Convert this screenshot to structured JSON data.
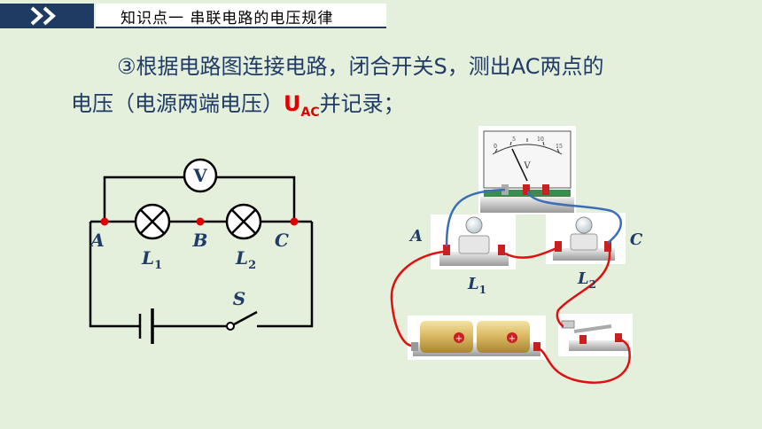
{
  "header": {
    "title": "知识点一  串联电路的电压规律"
  },
  "instruction": {
    "line1": "③根据电路图连接电路，闭合开关S，测出AC两点的",
    "line2_pre": "电压（电源两端电压）",
    "voltage_symbol": "U",
    "voltage_sub": "AC",
    "line2_post": "并记录；"
  },
  "schematic": {
    "voltmeter": "V",
    "point_a": "A",
    "point_b": "B",
    "point_c": "C",
    "lamp1": "L",
    "lamp1_sub": "1",
    "lamp2": "L",
    "lamp2_sub": "2",
    "switch": "S"
  },
  "photo": {
    "label_a": "A",
    "label_c": "C",
    "lamp1": "L",
    "lamp1_sub": "1",
    "lamp2": "L",
    "lamp2_sub": "2",
    "meter_letter": "V",
    "meter_scale": [
      "0",
      "5",
      "10",
      "15"
    ]
  },
  "colors": {
    "navy": "#1f3a63",
    "text": "#1f3b66",
    "red": "#e00000",
    "bg": "#e4efdc"
  }
}
